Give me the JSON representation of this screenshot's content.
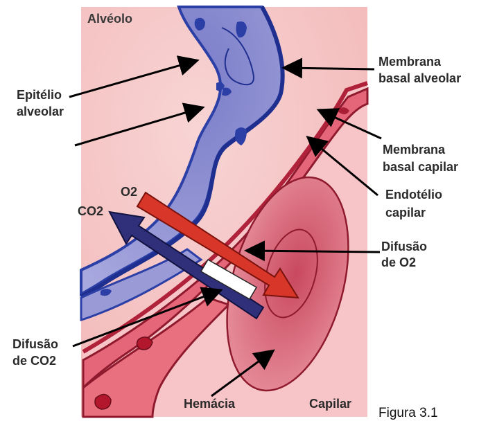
{
  "labels": {
    "alveolo": "Alvéolo",
    "membrana_basal_alveolar_1": "Membrana",
    "membrana_basal_alveolar_2": "basal alveolar",
    "epitelio_1": "Epitélio",
    "epitelio_2": "alveolar",
    "membrana_basal_capilar_1": "Membrana",
    "membrana_basal_capilar_2": "basal capilar",
    "endotelio_1": "Endotélio",
    "endotelio_2": "capilar",
    "o2": "O2",
    "co2": "CO2",
    "difusao_o2_1": "Difusão",
    "difusao_o2_2": "de O2",
    "difusao_co2_1": "Difusão",
    "difusao_co2_2": "de CO2",
    "hemacia": "Hemácia",
    "capilar": "Capilar"
  },
  "caption": "Figura 3.1",
  "colors": {
    "alveolar_space": "#f6c3c3",
    "epithelium": "#8e8fd0",
    "membrane_blue": "#2b3fa6",
    "capillary": "#e05a72",
    "capillary_membrane": "#b0213a",
    "blood_plasma": "#f3b9be",
    "red_cell": "#df6a80",
    "o2_arrow": "#d9362a",
    "co2_arrow": "#2f2f7a"
  }
}
